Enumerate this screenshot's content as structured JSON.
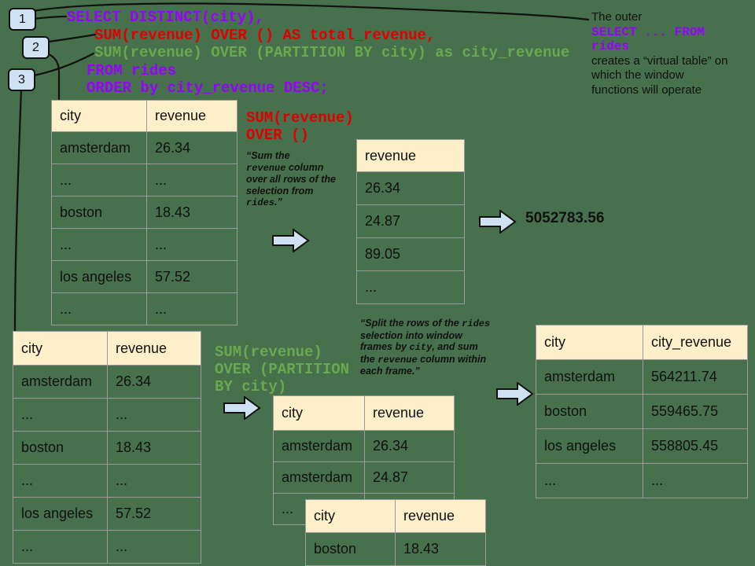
{
  "colors": {
    "background": "#47704D",
    "sql_purple": "#9900FF",
    "sql_red": "#E00000",
    "sql_green": "#6AA84F",
    "table_header_bg": "#FCEFC9",
    "table_border": "#9b9b9b",
    "arrow_fill": "#CFE2F3",
    "callout_fill": "#CFE2F3"
  },
  "callouts": [
    "1",
    "2",
    "3"
  ],
  "sql": {
    "lines": [
      {
        "text": "SELECT DISTINCT(city),",
        "color": "purple"
      },
      {
        "text": "SUM(revenue) OVER () AS total_revenue,",
        "color": "red"
      },
      {
        "text": "SUM(revenue) OVER (PARTITION BY city) as city_revenue",
        "color": "green"
      },
      {
        "text": "FROM rides",
        "color": "purple"
      },
      {
        "text": "ORDER by city_revenue DESC;",
        "color": "purple"
      }
    ]
  },
  "note_outer_select": {
    "segments": [
      {
        "t": "The outer\n",
        "c": "p"
      },
      {
        "t": "SELECT ... FROM\nrides\n",
        "c": "pc"
      },
      {
        "t": "creates a “virtual table” on\nwhich the window\nfunctions will operate",
        "c": "p"
      }
    ]
  },
  "labels": {
    "total": "SUM(revenue)\nOVER ()",
    "partition": "SUM(revenue)\nOVER (PARTITION\nBY city)"
  },
  "annotations": {
    "total": {
      "segments": [
        {
          "t": "“Sum the\n",
          "c": "i"
        },
        {
          "t": "revenue",
          "c": "m"
        },
        {
          "t": " column\nover all rows of the\nselection from\n",
          "c": "i"
        },
        {
          "t": "rides",
          "c": "m"
        },
        {
          "t": ".”",
          "c": "i"
        }
      ]
    },
    "partition": {
      "segments": [
        {
          "t": "“Split the rows of the ",
          "c": "i"
        },
        {
          "t": "rides",
          "c": "m"
        },
        {
          "t": "\nselection into window\nframes by ",
          "c": "i"
        },
        {
          "t": "city",
          "c": "m"
        },
        {
          "t": ", and sum\nthe ",
          "c": "i"
        },
        {
          "t": "revenue",
          "c": "m"
        },
        {
          "t": " column within\neach frame.”",
          "c": "i"
        }
      ]
    }
  },
  "result_total": "5052783.56",
  "tables": {
    "virtual": {
      "headers": [
        "city",
        "revenue"
      ],
      "rows": [
        [
          "amsterdam",
          "26.34"
        ],
        [
          "...",
          "..."
        ],
        [
          "boston",
          "18.43"
        ],
        [
          "...",
          "..."
        ],
        [
          "los angeles",
          "57.52"
        ],
        [
          "...",
          "..."
        ]
      ]
    },
    "over_all": {
      "headers": [
        "revenue"
      ],
      "rows": [
        [
          "26.34"
        ],
        [
          "24.87"
        ],
        [
          "89.05"
        ],
        [
          "..."
        ]
      ]
    },
    "partition_left": {
      "headers": [
        "city",
        "revenue"
      ],
      "rows": [
        [
          "amsterdam",
          "26.34"
        ],
        [
          "...",
          "..."
        ],
        [
          "boston",
          "18.43"
        ],
        [
          "...",
          "..."
        ],
        [
          "los angeles",
          "57.52"
        ],
        [
          "...",
          "..."
        ]
      ]
    },
    "partition_mid": {
      "headers": [
        "city",
        "revenue"
      ],
      "rows": [
        [
          "amsterdam",
          "26.34"
        ],
        [
          "amsterdam",
          "24.87"
        ],
        [
          "...",
          "..."
        ]
      ]
    },
    "boston_frame": {
      "headers": [
        "city",
        "revenue"
      ],
      "rows": [
        [
          "boston",
          "18.43"
        ]
      ]
    },
    "final": {
      "headers": [
        "city",
        "city_revenue"
      ],
      "rows": [
        [
          "amsterdam",
          "564211.74"
        ],
        [
          "boston",
          "559465.75"
        ],
        [
          "los angeles",
          "558805.45"
        ],
        [
          "...",
          "..."
        ]
      ]
    }
  }
}
